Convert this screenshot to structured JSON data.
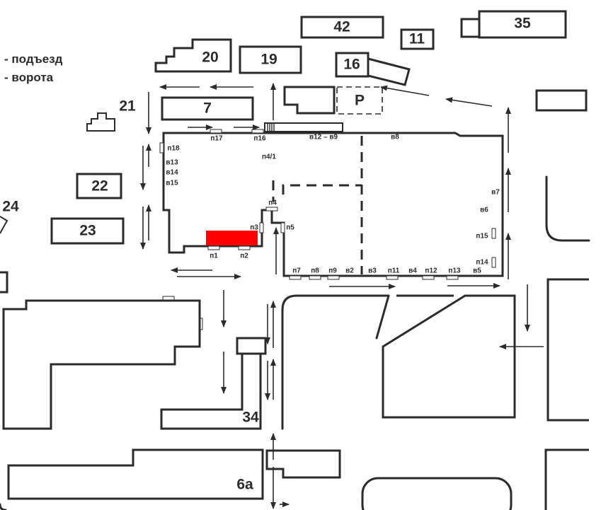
{
  "legend": {
    "entrance": "- подъезд",
    "gate": "- ворота"
  },
  "colors": {
    "highlight": "#ff0000",
    "ink": "#2b2b2b"
  },
  "buildings": {
    "b42": "42",
    "b35": "35",
    "b11": "11",
    "b20": "20",
    "b19": "19",
    "b16": "16",
    "parking": "P",
    "b7": "7",
    "b21": "21",
    "b22": "22",
    "b23": "23",
    "b24": "24",
    "b34": "34",
    "b6a": "6а"
  },
  "doors": {
    "p17": "п17",
    "p16": "п16",
    "v12v9": "в12 – в9",
    "v8": "в8",
    "p18": "п18",
    "v13": "в13",
    "v14": "в14",
    "v15": "в15",
    "p41": "п4/1",
    "p4": "п4",
    "p3": "п3",
    "p5": "п5",
    "p1": "п1",
    "p2": "п2",
    "p7": "п7",
    "p8": "п8",
    "p9": "п9",
    "v2": "в2",
    "v3": "в3",
    "p11": "п11",
    "v4": "в4",
    "p12": "п12",
    "p13": "п13",
    "v5": "в5",
    "v7": "в7",
    "v6": "в6",
    "p15": "п15",
    "p14": "п14"
  }
}
